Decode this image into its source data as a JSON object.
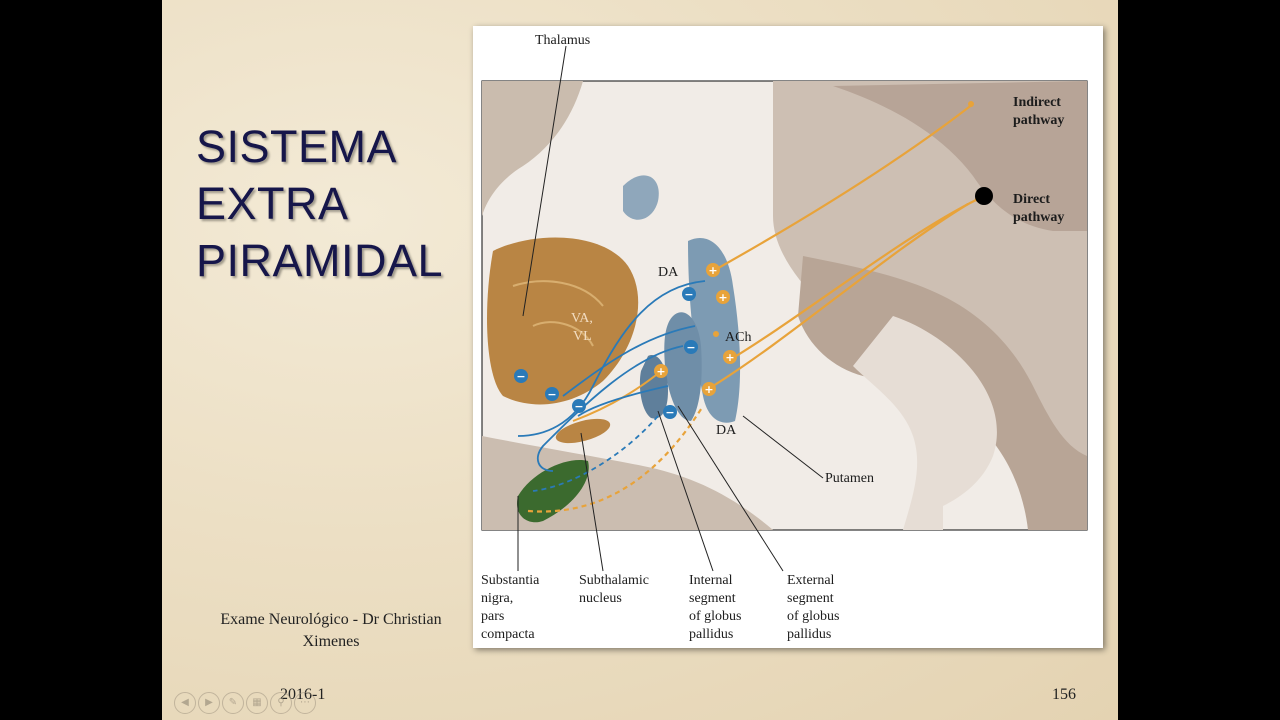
{
  "slide": {
    "title_lines": [
      "SISTEMA",
      "EXTRA",
      "PIRAMIDAL"
    ],
    "footer": "Exame Neurológico - Dr Christian Ximenes",
    "date": "2016-1",
    "page_number": "156"
  },
  "figure": {
    "labels": {
      "thalamus": "Thalamus",
      "indirect_1": "Indirect",
      "indirect_2": "pathway",
      "direct_1": "Direct",
      "direct_2": "pathway",
      "da_top": "DA",
      "va": "VA,",
      "vl": "VL",
      "ach": "ACh",
      "da_bottom": "DA",
      "putamen": "Putamen",
      "sn_1": "Substantia",
      "sn_2": "nigra,",
      "sn_3": "pars",
      "sn_4": "compacta",
      "stn_1": "Subthalamic",
      "stn_2": "nucleus",
      "gpi_1": "Internal",
      "gpi_2": "segment",
      "gpi_3": "of globus",
      "gpi_4": "pallidus",
      "gpe_1": "External",
      "gpe_2": "segment",
      "gpe_3": "of globus",
      "gpe_4": "pallidus"
    },
    "colors": {
      "inhibitory": "#2a7ab8",
      "excitatory": "#e8a33a",
      "thalamus": "#b98544",
      "globus_pallidus": "#7d9bb3",
      "substantia_nigra": "#3b6a2e"
    }
  },
  "controls": [
    "previous-icon",
    "next-icon",
    "pen-icon",
    "slides-icon",
    "zoom-icon",
    "more-icon"
  ]
}
